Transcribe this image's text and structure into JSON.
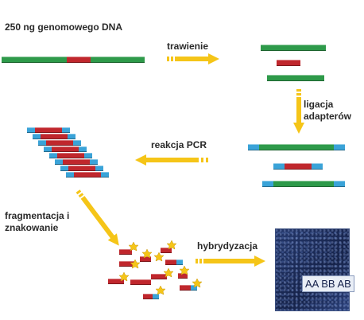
{
  "labels": {
    "dna": "250 ng genomowego DNA",
    "digestion": "trawienie",
    "ligation": "ligacja adapterów",
    "pcr": "reakcja PCR",
    "fragmentation": "fragmentacja i znakowanie",
    "hybridization": "hybrydyzacja",
    "chip_text": "AA BB AB"
  },
  "colors": {
    "dna_green": "#2e9a4a",
    "snp_red": "#c0272d",
    "adapter_blue": "#3aa3d8",
    "arrow_yellow": "#f5c518",
    "chip_navy": "#1b2a52"
  }
}
